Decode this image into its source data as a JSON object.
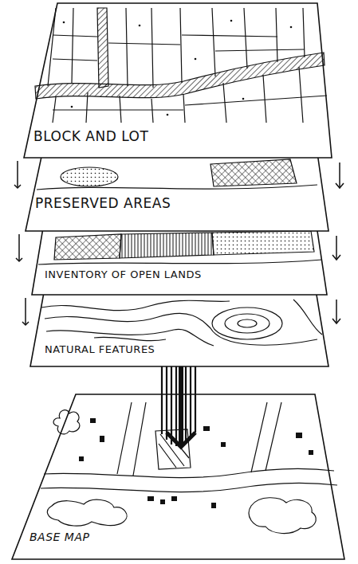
{
  "diagram": {
    "nodes": [
      {
        "text": [
          "BLOCK AND LOT"
        ]
      },
      {
        "text": [
          "PRESERVED AREAS"
        ]
      },
      {
        "text": [
          "INVENTORY OF OPEN LANDS"
        ]
      },
      {
        "text": [
          "NATURAL FEATURES"
        ]
      },
      {
        "text": [
          "BASE MAP"
        ]
      }
    ],
    "edges": [
      {
        "from": 0,
        "to": 1,
        "arrow": "to"
      },
      {
        "from": 1,
        "to": 2,
        "arrow": "to"
      },
      {
        "from": 2,
        "to": 3,
        "arrow": "to"
      },
      {
        "from": 3,
        "to": 4,
        "arrow": "to"
      }
    ]
  }
}
